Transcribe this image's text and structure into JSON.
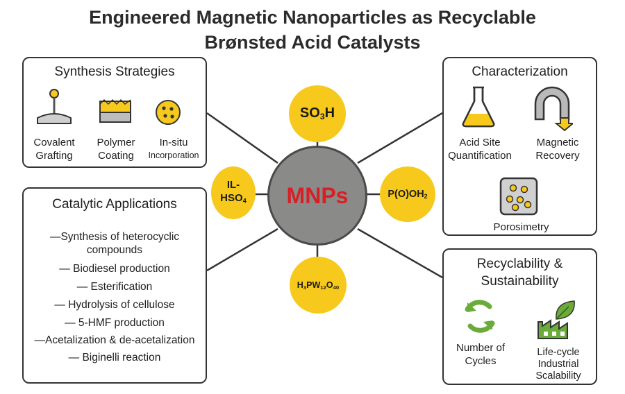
{
  "header": {
    "title_line1": "Engineered Magnetic Nanoparticles as Recyclable",
    "title_line2": "Brønsted Acid Catalysts"
  },
  "center": {
    "core_label": "MNPs",
    "groups": {
      "top": {
        "main": "SO",
        "sub1": "3",
        "rest": "H"
      },
      "left": {
        "line1": "IL-",
        "line2_main": "HSO",
        "line2_sub": "4"
      },
      "right": {
        "main": "P(O)OH",
        "sub": "2"
      },
      "bottom": {
        "h": "H",
        "s1": "3",
        "p": "PW",
        "s2": "12",
        "o": "O",
        "s3": "40"
      }
    }
  },
  "synthesis": {
    "title": "Synthesis Strategies",
    "items": [
      {
        "line1": "Covalent",
        "line2": "Grafting",
        "icon": "covalent-grafting-icon"
      },
      {
        "line1": "Polymer",
        "line2": "Coating",
        "icon": "polymer-coating-icon"
      },
      {
        "line1": "In-situ",
        "line2": "Incorporation",
        "icon": "in-situ-incorporation-icon"
      }
    ]
  },
  "applications": {
    "title": "Catalytic Applications",
    "items": [
      "—Synthesis of heterocyclic",
      "compounds",
      "— Biodiesel production",
      "— Esterification",
      "— Hydrolysis of cellulose",
      "— 5-HMF production",
      "—Acetalization & de-acetalization",
      "— Biginelli reaction"
    ]
  },
  "characterization": {
    "title": "Characterization",
    "items": [
      {
        "line1": "Acid Site",
        "line2": "Quantification",
        "icon": "flask-icon"
      },
      {
        "line1": "Magnetic",
        "line2": "Recovery",
        "icon": "magnet-icon"
      },
      {
        "line1": "Porosimetry",
        "icon": "porous-particle-icon"
      }
    ]
  },
  "recyclability": {
    "title_line1": "Recyclability &",
    "title_line2": "Sustainability",
    "items": [
      {
        "line1": "Number of",
        "line2": "Cycles",
        "icon": "recycle-icon"
      },
      {
        "line1": "Life-cycle",
        "line2": "Industrial",
        "line3": "Scalability",
        "icon": "green-factory-icon"
      }
    ]
  },
  "colors": {
    "accent_yellow": "#f7c91d",
    "core_gray": "#8a8a88",
    "core_label_red": "#d81f26",
    "leaf_green": "#6aab3a"
  }
}
